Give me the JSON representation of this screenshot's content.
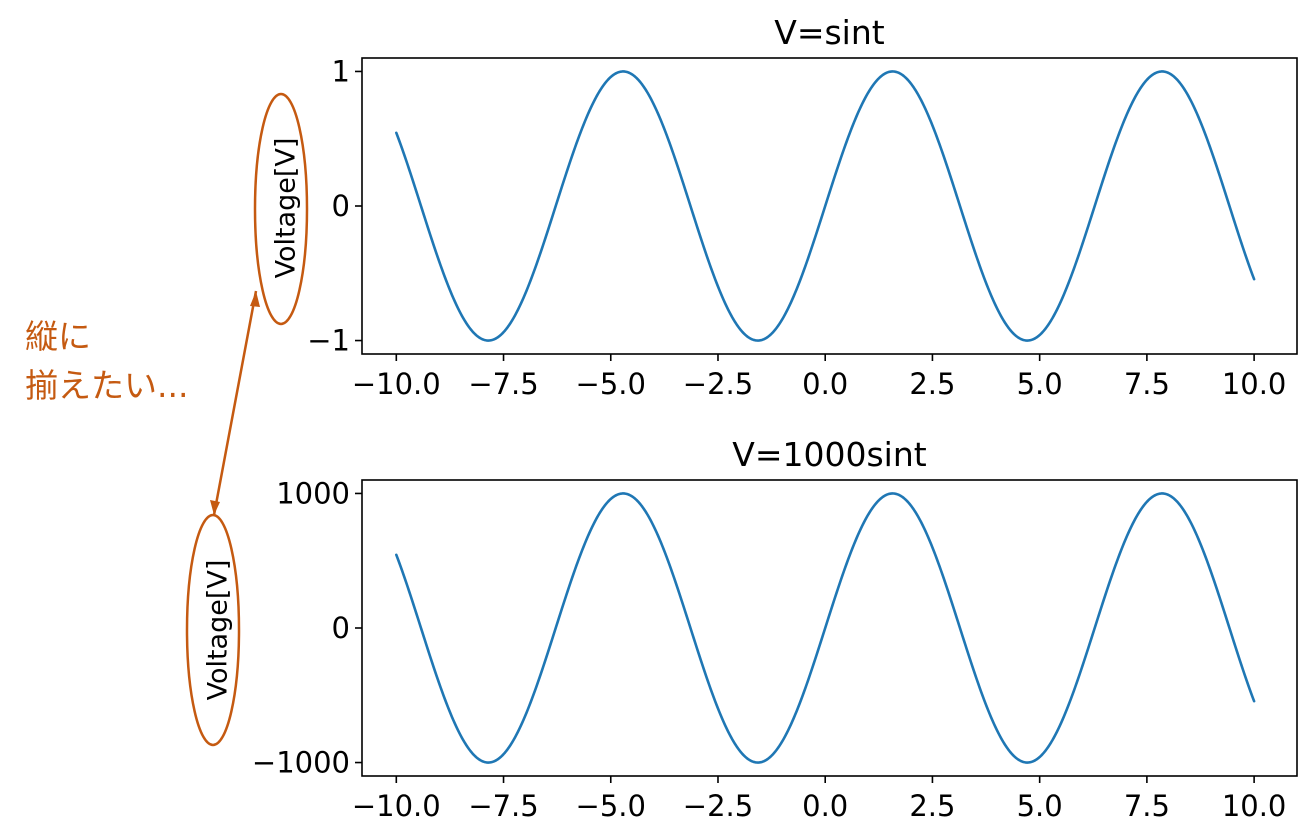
{
  "chart_data": [
    {
      "type": "line",
      "title": "V=sint",
      "ylabel": "Voltage[V]",
      "xlim": [
        -10.8,
        11.0
      ],
      "ylim": [
        -1.1,
        1.1
      ],
      "xticks": [
        -10,
        -7.5,
        -5,
        -2.5,
        0,
        2.5,
        5,
        7.5,
        10
      ],
      "xtick_labels": [
        "−10.0",
        "−7.5",
        "−5.0",
        "−2.5",
        "0.0",
        "2.5",
        "5.0",
        "7.5",
        "10.0"
      ],
      "yticks": [
        1,
        0,
        -1
      ],
      "ytick_labels": [
        "1",
        "0",
        "−1"
      ],
      "series": [
        {
          "formula": "1*sin(t)",
          "amplitude": 1,
          "x_range": [
            -10,
            10
          ],
          "color": "#1f77b4"
        }
      ]
    },
    {
      "type": "line",
      "title": "V=1000sint",
      "ylabel": "Voltage[V]",
      "xlim": [
        -10.8,
        11.0
      ],
      "ylim": [
        -1100,
        1100
      ],
      "xticks": [
        -10,
        -7.5,
        -5,
        -2.5,
        0,
        2.5,
        5,
        7.5,
        10
      ],
      "xtick_labels": [
        "−10.0",
        "−7.5",
        "−5.0",
        "−2.5",
        "0.0",
        "2.5",
        "5.0",
        "7.5",
        "10.0"
      ],
      "yticks": [
        1000,
        0,
        -1000
      ],
      "ytick_labels": [
        "1000",
        "0",
        "−1000"
      ],
      "series": [
        {
          "formula": "1000*sin(t)",
          "amplitude": 1000,
          "x_range": [
            -10,
            10
          ],
          "color": "#1f77b4"
        }
      ]
    }
  ],
  "annotation": {
    "lines": [
      "縦に",
      "揃えたい..."
    ],
    "color": "#c55a11"
  }
}
